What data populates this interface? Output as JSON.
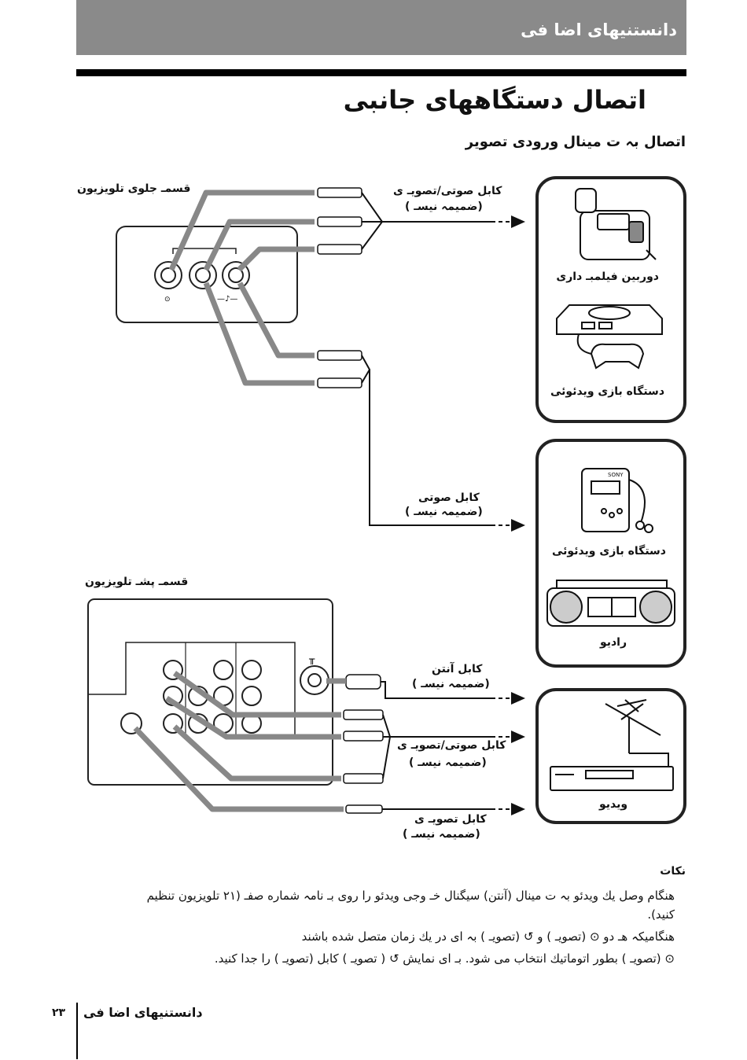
{
  "header": {
    "section_title": "دانستنیهای اضا فی"
  },
  "page": {
    "title": "اتصال دستگاههای جانبی",
    "subtitle": "اتصال بہ  ت  مینال ورودی تصویر"
  },
  "diagram": {
    "front_panel_label": "قسمـ   جلوی تلویزیون",
    "rear_panel_label": "قسمـ   پشـ   تلویزیون",
    "av_cable_label_1": "کابل صوتی/تصویـ ی",
    "av_cable_sub_1": "(ضمیمہ  نیسـ   )",
    "audio_cable_label": "کابل صوتی",
    "audio_cable_sub": "(ضمیمہ  نیسـ   )",
    "antenna_cable_label": "کابل آنتن",
    "antenna_cable_sub": "(ضمیمہ  نیسـ   )",
    "av_cable_label_2": "کابل صوتی/تصویـ ی",
    "av_cable_sub_2": "(ضمیمہ  نیسـ   )",
    "video_cable_label": "کابل تصویـ ی",
    "video_cable_sub": "(ضمیمہ  نیسـ   )",
    "devices": {
      "camcorder": "دوربین فیلمبـ  داری",
      "game_console_1": "دستگاه بازی ویدئوئی",
      "game_console_2": "دستگاه بازی ویدئوئی",
      "radio": "رادیو",
      "vcr": "ویدیو",
      "walkman_brand": "SONY"
    }
  },
  "notes": {
    "heading": "نکات",
    "line1": "هنگام وصل یك ویدئو بہ  ت  مینال      (آنتن)  سیگنال خـ  وجی ویدئو را روی بـ  نامہ  شماره صفـ   (۲۱ تلویزیون تنظیم",
    "line2": "کنید).",
    "line3": "هنگامیکہ  هـ   دو ⊙ (تصویـ    ) و ↺ (تصویـ  ) بہ  ای              در یك زمان متصل شده باشند",
    "line4": "⊙ (تصویـ    ) بطور اتوماتیك انتخاب می شود. بـ  ای نمایش ↺ ( تصویـ   )   کابل (تصویـ    ) را جدا کنید."
  },
  "footer": {
    "section_title": "دانستنیهای اضا فی",
    "page_number": "۲۳"
  }
}
